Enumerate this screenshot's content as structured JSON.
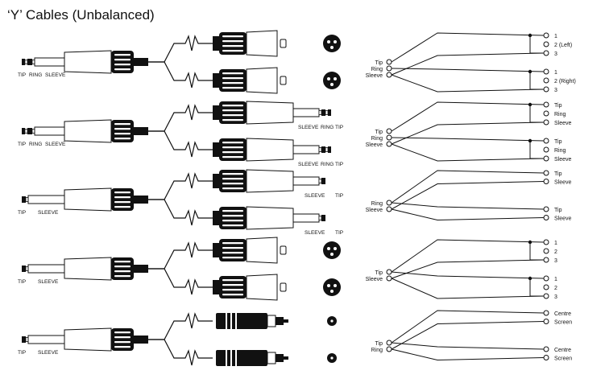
{
  "title": "‘Y’ Cables (Unbalanced)",
  "colors": {
    "ink": "#111111",
    "background": "#ffffff"
  },
  "rows": [
    {
      "left_plug": {
        "type": "stereo-jack",
        "labels": [
          "TIP",
          "RING",
          "SLEEVE"
        ]
      },
      "branches": [
        {
          "connector": "xlr",
          "end_labels": []
        },
        {
          "connector": "xlr",
          "end_labels": []
        }
      ],
      "wiring": {
        "left_pins": [
          "Tip",
          "Ring",
          "Sleeve"
        ],
        "right_groups": [
          {
            "pins": [
              "1",
              "2 (Left)",
              "3"
            ]
          },
          {
            "pins": [
              "1",
              "2 (Right)",
              "3"
            ]
          }
        ]
      }
    },
    {
      "left_plug": {
        "type": "stereo-jack",
        "labels": [
          "TIP",
          "RING",
          "SLEEVE"
        ]
      },
      "branches": [
        {
          "connector": "stereo-jack",
          "end_labels": [
            "SLEEVE",
            "RING",
            "TIP"
          ]
        },
        {
          "connector": "stereo-jack",
          "end_labels": [
            "SLEEVE",
            "RING",
            "TIP"
          ]
        }
      ],
      "wiring": {
        "left_pins": [
          "Tip",
          "Ring",
          "Sleeve"
        ],
        "right_groups": [
          {
            "pins": [
              "Tip",
              "Ring",
              "Sleeve"
            ]
          },
          {
            "pins": [
              "Tip",
              "Ring",
              "Sleeve"
            ]
          }
        ]
      }
    },
    {
      "left_plug": {
        "type": "mono-jack",
        "labels": [
          "TIP",
          "SLEEVE"
        ]
      },
      "branches": [
        {
          "connector": "mono-jack",
          "end_labels": [
            "SLEEVE",
            "TIP"
          ]
        },
        {
          "connector": "mono-jack",
          "end_labels": [
            "SLEEVE",
            "TIP"
          ]
        }
      ],
      "wiring": {
        "left_pins": [
          "Ring",
          "Sleeve"
        ],
        "right_groups": [
          {
            "pins": [
              "Tip",
              "Sleeve"
            ]
          },
          {
            "pins": [
              "Tip",
              "Sleeve"
            ]
          }
        ]
      }
    },
    {
      "left_plug": {
        "type": "mono-jack",
        "labels": [
          "TIP",
          "SLEEVE"
        ]
      },
      "branches": [
        {
          "connector": "xlr",
          "end_labels": []
        },
        {
          "connector": "xlr",
          "end_labels": []
        }
      ],
      "wiring": {
        "left_pins": [
          "Tip",
          "Sleeve"
        ],
        "right_groups": [
          {
            "pins": [
              "1",
              "2",
              "3"
            ]
          },
          {
            "pins": [
              "1",
              "2",
              "3"
            ]
          }
        ]
      }
    },
    {
      "left_plug": {
        "type": "mono-jack",
        "labels": [
          "TIP",
          "SLEEVE"
        ]
      },
      "branches": [
        {
          "connector": "rca",
          "end_labels": []
        },
        {
          "connector": "rca",
          "end_labels": []
        }
      ],
      "wiring": {
        "left_pins": [
          "Tip",
          "Ring"
        ],
        "right_groups": [
          {
            "pins": [
              "Centre",
              "Screen"
            ]
          },
          {
            "pins": [
              "Centre",
              "Screen"
            ]
          }
        ]
      }
    }
  ]
}
